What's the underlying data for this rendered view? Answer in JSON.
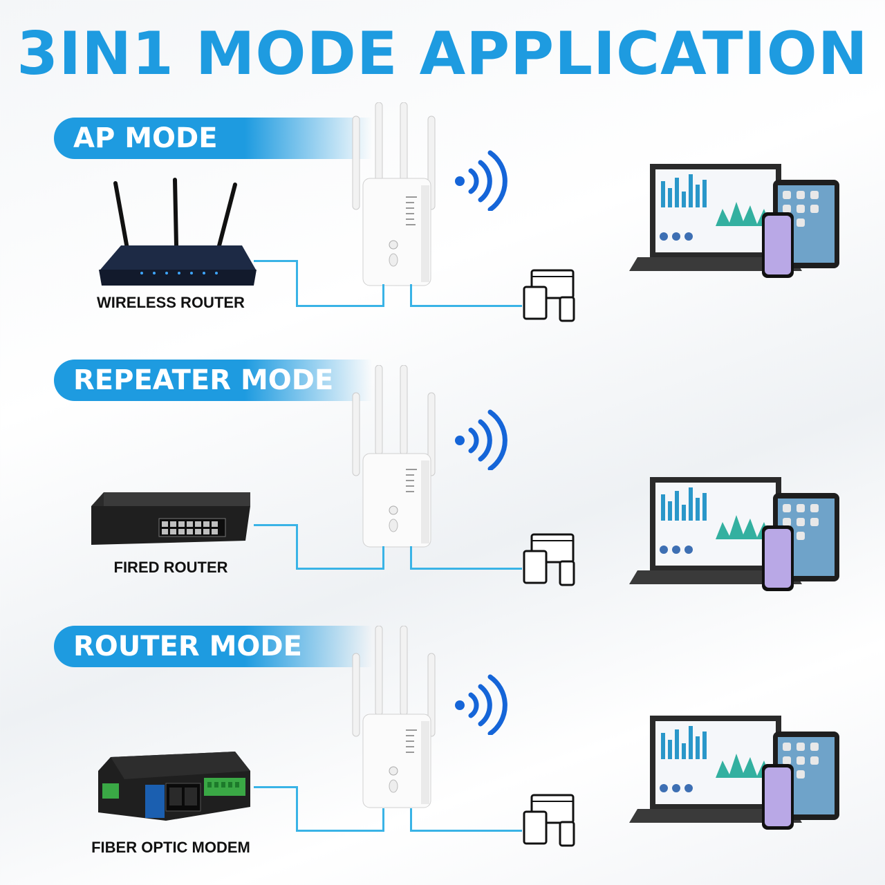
{
  "title": "3IN1 MODE APPLICATION",
  "modes": [
    {
      "label": "AP MODE",
      "source": "WIRELESS ROUTER"
    },
    {
      "label": "REPEATER MODE",
      "source": "FIRED ROUTER"
    },
    {
      "label": "ROUTER MODE",
      "source": "FIBER OPTIC MODEM"
    }
  ],
  "colors": {
    "accent": "#1e9be0",
    "line": "#39b3e6",
    "signal": "#1565d8"
  },
  "icons": [
    "wifi-signal-icon",
    "devices-icon"
  ]
}
